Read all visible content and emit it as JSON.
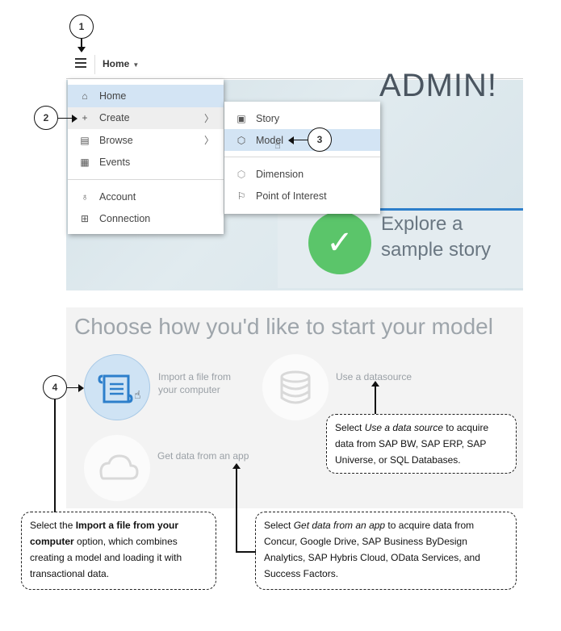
{
  "callouts": [
    "1",
    "2",
    "3",
    "4"
  ],
  "topbar": {
    "breadcrumb": "Home",
    "caret": "▼"
  },
  "hero": {
    "welcome": "ADMIN!",
    "tile_line1": "Explore a",
    "tile_line2": "sample story",
    "check": "✓"
  },
  "main_menu": {
    "items": [
      {
        "label": "Home",
        "icon": "home-icon",
        "glyph": "⌂"
      },
      {
        "label": "Create",
        "icon": "plus-icon",
        "glyph": "+"
      },
      {
        "label": "Browse",
        "icon": "browse-icon",
        "glyph": "▤"
      },
      {
        "label": "Events",
        "icon": "calendar-icon",
        "glyph": "▦"
      },
      {
        "label": "Account",
        "icon": "account-icon",
        "glyph": "♁"
      },
      {
        "label": "Connection",
        "icon": "connection-icon",
        "glyph": "⊞"
      }
    ],
    "chevron": "〉"
  },
  "sub_menu": {
    "items": [
      {
        "label": "Story",
        "icon": "story-icon",
        "glyph": "▣"
      },
      {
        "label": "Model",
        "icon": "cube-icon",
        "glyph": "⬡"
      },
      {
        "label": "Dimension",
        "icon": "dimension-icon",
        "glyph": "⬡"
      },
      {
        "label": "Point of Interest",
        "icon": "flag-icon",
        "glyph": "⚐"
      }
    ]
  },
  "model_page": {
    "title": "Choose how you'd like to start your model",
    "import": {
      "line1": "Import a file from",
      "line2": "your computer"
    },
    "datasource": {
      "line1": "Use a datasource"
    },
    "app": {
      "line1": "Get data from an app"
    }
  },
  "notes": {
    "datasource": {
      "p1": "Select ",
      "em": "Use a data source",
      "p2": " to acquire data from SAP BW, SAP ERP, SAP Universe, or SQL Databases."
    },
    "import": {
      "p1": "Select the ",
      "strong": "Import a file from your computer",
      "p2": " option, which combines creating a model and loading it with transactional data."
    },
    "app": {
      "p1": "Select ",
      "em": "Get data from an app",
      "p2": " to acquire data from Concur, Google Drive, SAP Business ByDesign Analytics, SAP Hybris Cloud, OData Services, and Success Factors."
    }
  },
  "colors": {
    "accent": "#2d7fcb",
    "check": "#5bc56a",
    "menu_active": "#d3e4f4",
    "import_circle": "#cfe3f4"
  }
}
